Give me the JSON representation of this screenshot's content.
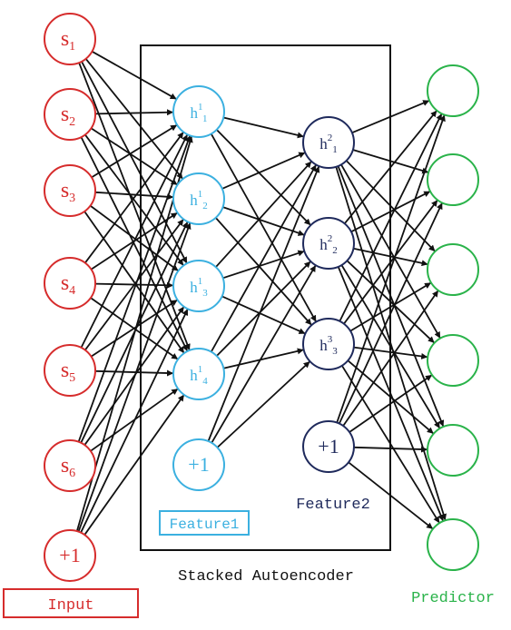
{
  "colors": {
    "input": "#d62c2c",
    "feature1": "#3bb0e0",
    "feature2": "#1f2a5c",
    "predictor": "#2ab34a",
    "edge": "#111111",
    "frame": "#111111"
  },
  "input_layer": {
    "nodes": [
      {
        "base": "s",
        "sub": "1"
      },
      {
        "base": "s",
        "sub": "2"
      },
      {
        "base": "s",
        "sub": "3"
      },
      {
        "base": "s",
        "sub": "4"
      },
      {
        "base": "s",
        "sub": "5"
      },
      {
        "base": "s",
        "sub": "6"
      },
      {
        "base": "+1",
        "sub": ""
      }
    ],
    "caption": "Input"
  },
  "hidden1": {
    "nodes": [
      {
        "base": "h",
        "sup": "1",
        "sub": "1"
      },
      {
        "base": "h",
        "sup": "1",
        "sub": "2"
      },
      {
        "base": "h",
        "sup": "1",
        "sub": "3"
      },
      {
        "base": "h",
        "sup": "1",
        "sub": "4"
      },
      {
        "base": "+1",
        "sup": "",
        "sub": ""
      }
    ],
    "caption": "Feature1"
  },
  "hidden2": {
    "nodes": [
      {
        "base": "h",
        "sup": "2",
        "sub": "1"
      },
      {
        "base": "h",
        "sup": "2",
        "sub": "2"
      },
      {
        "base": "h",
        "sup": "3",
        "sub": "3"
      },
      {
        "base": "+1",
        "sup": "",
        "sub": ""
      }
    ],
    "caption": "Feature2"
  },
  "output_layer": {
    "count": 6,
    "caption": "Predictor"
  },
  "frame_caption": "Stacked Autoencoder"
}
